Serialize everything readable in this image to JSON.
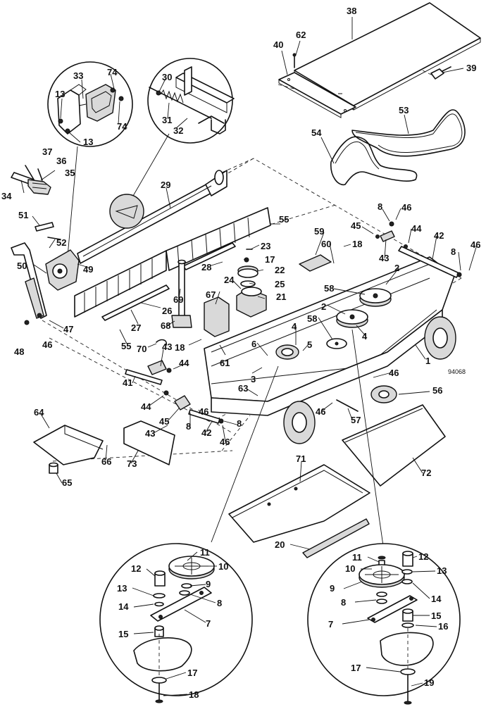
{
  "figure": {
    "code": "94068",
    "callouts": [
      {
        "id": "c38",
        "text": "38"
      },
      {
        "id": "c62",
        "text": "62"
      },
      {
        "id": "c40",
        "text": "40"
      },
      {
        "id": "c39",
        "text": "39"
      },
      {
        "id": "c53",
        "text": "53"
      },
      {
        "id": "c54",
        "text": "54"
      },
      {
        "id": "c74a",
        "text": "74"
      },
      {
        "id": "c33",
        "text": "33"
      },
      {
        "id": "c13a",
        "text": "13"
      },
      {
        "id": "c74b",
        "text": "74"
      },
      {
        "id": "c13b",
        "text": "13"
      },
      {
        "id": "c30",
        "text": "30"
      },
      {
        "id": "c31",
        "text": "31"
      },
      {
        "id": "c32",
        "text": "32"
      },
      {
        "id": "c37",
        "text": "37"
      },
      {
        "id": "c36",
        "text": "36"
      },
      {
        "id": "c35",
        "text": "35"
      },
      {
        "id": "c34",
        "text": "34"
      },
      {
        "id": "c29",
        "text": "29"
      },
      {
        "id": "c51",
        "text": "51"
      },
      {
        "id": "c52",
        "text": "52"
      },
      {
        "id": "c50",
        "text": "50"
      },
      {
        "id": "c49",
        "text": "49"
      },
      {
        "id": "c55a",
        "text": "55"
      },
      {
        "id": "c23",
        "text": "23"
      },
      {
        "id": "c17a",
        "text": "17"
      },
      {
        "id": "c22",
        "text": "22"
      },
      {
        "id": "c28",
        "text": "28"
      },
      {
        "id": "c24",
        "text": "24"
      },
      {
        "id": "c25",
        "text": "25"
      },
      {
        "id": "c21",
        "text": "21"
      },
      {
        "id": "c69",
        "text": "69"
      },
      {
        "id": "c26",
        "text": "26"
      },
      {
        "id": "c67",
        "text": "67"
      },
      {
        "id": "c27",
        "text": "27"
      },
      {
        "id": "c68",
        "text": "68"
      },
      {
        "id": "c55b",
        "text": "55"
      },
      {
        "id": "c70",
        "text": "70"
      },
      {
        "id": "c43a",
        "text": "43"
      },
      {
        "id": "c18a",
        "text": "18"
      },
      {
        "id": "c47",
        "text": "47"
      },
      {
        "id": "c48",
        "text": "48"
      },
      {
        "id": "c46a",
        "text": "46"
      },
      {
        "id": "c59",
        "text": "59"
      },
      {
        "id": "c60",
        "text": "60"
      },
      {
        "id": "c18b",
        "text": "18"
      },
      {
        "id": "c8a",
        "text": "8"
      },
      {
        "id": "c46b",
        "text": "46"
      },
      {
        "id": "c45a",
        "text": "45"
      },
      {
        "id": "c44a",
        "text": "44"
      },
      {
        "id": "c42a",
        "text": "42"
      },
      {
        "id": "c43b",
        "text": "43"
      },
      {
        "id": "c8b",
        "text": "8"
      },
      {
        "id": "c46c",
        "text": "46"
      },
      {
        "id": "c2a",
        "text": "2"
      },
      {
        "id": "c58a",
        "text": "58"
      },
      {
        "id": "c2b",
        "text": "2"
      },
      {
        "id": "c58b",
        "text": "58"
      },
      {
        "id": "c4a",
        "text": "4"
      },
      {
        "id": "c4b",
        "text": "4"
      },
      {
        "id": "c6",
        "text": "6"
      },
      {
        "id": "c5",
        "text": "5"
      },
      {
        "id": "c61",
        "text": "61"
      },
      {
        "id": "c3",
        "text": "3"
      },
      {
        "id": "c1",
        "text": "1"
      },
      {
        "id": "c46d",
        "text": "46"
      },
      {
        "id": "c56",
        "text": "56"
      },
      {
        "id": "c44b",
        "text": "44"
      },
      {
        "id": "c63",
        "text": "63"
      },
      {
        "id": "c41",
        "text": "41"
      },
      {
        "id": "c44c",
        "text": "44"
      },
      {
        "id": "c46e",
        "text": "46"
      },
      {
        "id": "c46f",
        "text": "46"
      },
      {
        "id": "c57",
        "text": "57"
      },
      {
        "id": "c64",
        "text": "64"
      },
      {
        "id": "c45b",
        "text": "45"
      },
      {
        "id": "c8c",
        "text": "8"
      },
      {
        "id": "c43c",
        "text": "43"
      },
      {
        "id": "c42b",
        "text": "42"
      },
      {
        "id": "c8d",
        "text": "8"
      },
      {
        "id": "c46g",
        "text": "46"
      },
      {
        "id": "c66",
        "text": "66"
      },
      {
        "id": "c73",
        "text": "73"
      },
      {
        "id": "c65",
        "text": "65"
      },
      {
        "id": "c71",
        "text": "71"
      },
      {
        "id": "c72",
        "text": "72"
      },
      {
        "id": "c20",
        "text": "20"
      },
      {
        "id": "c11a",
        "text": "11"
      },
      {
        "id": "c12a",
        "text": "12"
      },
      {
        "id": "c10a",
        "text": "10"
      },
      {
        "id": "c13c",
        "text": "13"
      },
      {
        "id": "c9a",
        "text": "9"
      },
      {
        "id": "c8e",
        "text": "8"
      },
      {
        "id": "c14a",
        "text": "14"
      },
      {
        "id": "c7a",
        "text": "7"
      },
      {
        "id": "c15a",
        "text": "15"
      },
      {
        "id": "c17b",
        "text": "17"
      },
      {
        "id": "c18c",
        "text": "18"
      },
      {
        "id": "c11b",
        "text": "11"
      },
      {
        "id": "c12b",
        "text": "12"
      },
      {
        "id": "c10b",
        "text": "10"
      },
      {
        "id": "c13d",
        "text": "13"
      },
      {
        "id": "c9b",
        "text": "9"
      },
      {
        "id": "c14b",
        "text": "14"
      },
      {
        "id": "c8f",
        "text": "8"
      },
      {
        "id": "c7b",
        "text": "7"
      },
      {
        "id": "c15b",
        "text": "15"
      },
      {
        "id": "c16",
        "text": "16"
      },
      {
        "id": "c17c",
        "text": "17"
      },
      {
        "id": "c19",
        "text": "19"
      }
    ]
  }
}
